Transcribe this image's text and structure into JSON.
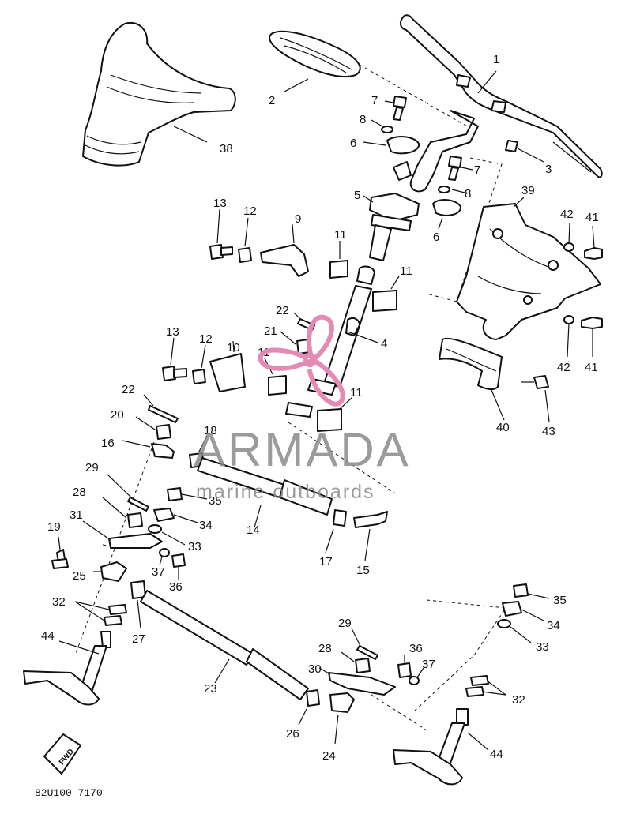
{
  "diagram_code": "82U100-7170",
  "watermark": {
    "brand": "ARMADA",
    "tagline": "marine outboards",
    "brand_color": "#e48ab4",
    "text_color": "#8a8a8a"
  },
  "fwd_tag": "FWD",
  "callouts": {
    "c1": "1",
    "c2": "2",
    "c3": "3",
    "c4": "4",
    "c5": "5",
    "c6a": "6",
    "c6b": "6",
    "c7a": "7",
    "c7b": "7",
    "c8a": "8",
    "c8b": "8",
    "c9": "9",
    "c10": "10",
    "c11a": "11",
    "c11b": "11",
    "c11c": "11",
    "c11d": "11",
    "c12a": "12",
    "c12b": "12",
    "c13a": "13",
    "c13b": "13",
    "c14": "14",
    "c15": "15",
    "c16": "16",
    "c17": "17",
    "c18": "18",
    "c19": "19",
    "c20": "20",
    "c21": "21",
    "c22a": "22",
    "c22b": "22",
    "c23": "23",
    "c24": "24",
    "c25": "25",
    "c26": "26",
    "c27": "27",
    "c28a": "28",
    "c28b": "28",
    "c29a": "29",
    "c29b": "29",
    "c30": "30",
    "c31": "31",
    "c32a": "32",
    "c32b": "32",
    "c33a": "33",
    "c33b": "33",
    "c34a": "34",
    "c34b": "34",
    "c35a": "35",
    "c35b": "35",
    "c36a": "36",
    "c36b": "36",
    "c37a": "37",
    "c37b": "37",
    "c38": "38",
    "c39": "39",
    "c40": "40",
    "c41a": "41",
    "c41b": "41",
    "c42a": "42",
    "c42b": "42",
    "c43": "43",
    "c44a": "44",
    "c44b": "44"
  }
}
